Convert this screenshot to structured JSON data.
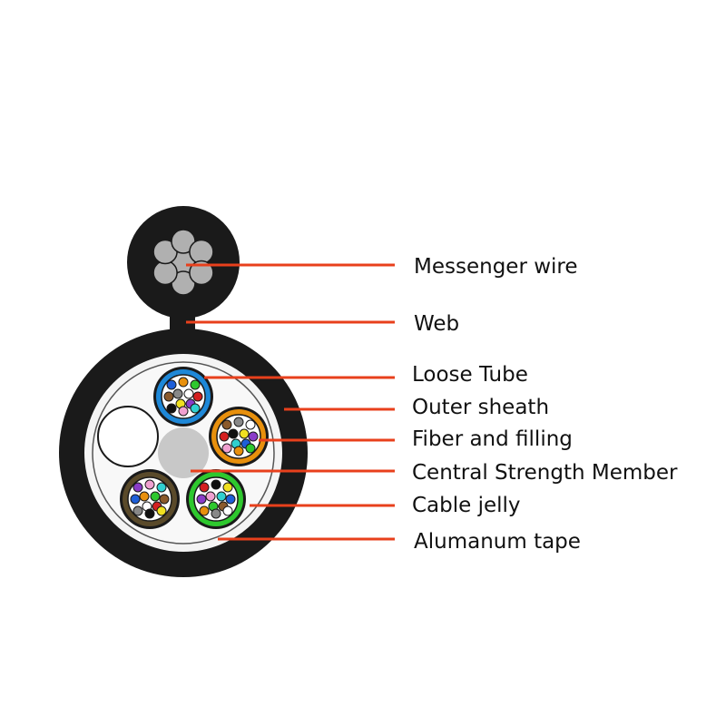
{
  "colors": {
    "sheath": "#1a1a1a",
    "leader": "#e8401c",
    "wire_strand": "#b0b0b0",
    "inner_fill": "#f4f4f4",
    "central_member": "#c8c8c8"
  },
  "labels": {
    "messenger_wire": "Messenger wire",
    "web": "Web",
    "loose_tube": "Loose Tube",
    "outer_sheath": "Outer sheath",
    "fiber_and_filling": "Fiber and filling",
    "central_strength_member": "Central Strength Member",
    "cable_jelly": "Cable jelly",
    "alumanum_tape": "Alumanum tape"
  },
  "tubes": [
    {
      "name": "blue",
      "color": "#1e88d8"
    },
    {
      "name": "orange",
      "color": "#e8900c"
    },
    {
      "name": "green",
      "color": "#2ec82e"
    },
    {
      "name": "brown",
      "color": "#5a4a2a"
    }
  ],
  "fiber_colors": [
    "#1e5fd8",
    "#e8900c",
    "#2ec82e",
    "#8b5a2b",
    "#888888",
    "#ffffff",
    "#d42020",
    "#111111",
    "#f0e020",
    "#8a3cc8",
    "#f0a0d0",
    "#30d0d0"
  ]
}
